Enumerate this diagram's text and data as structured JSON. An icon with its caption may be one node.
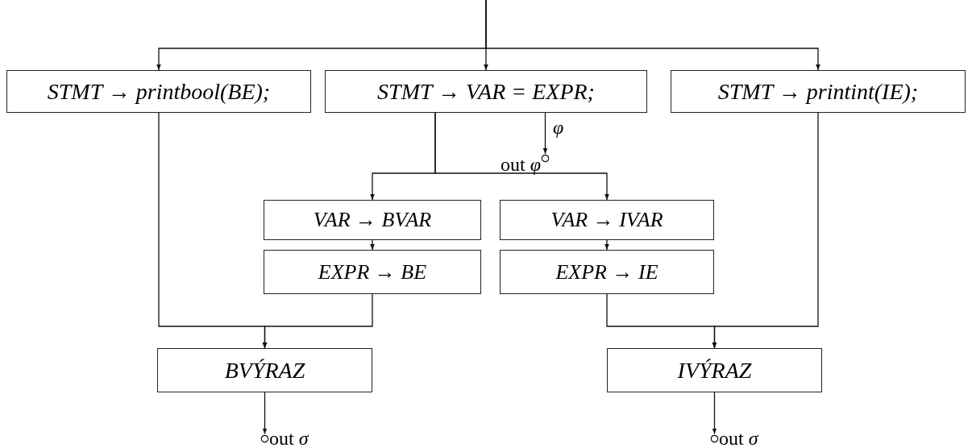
{
  "diagram": {
    "nodes": [
      {
        "text": [
          "STMT → printbool(BE);"
        ]
      },
      {
        "text": [
          "STMT → VAR = EXPR;"
        ]
      },
      {
        "text": [
          "STMT → printint(IE);"
        ]
      },
      {
        "text": [
          "VAR → BVAR"
        ]
      },
      {
        "text": [
          "EXPR → BE"
        ]
      },
      {
        "text": [
          "VAR → IVAR"
        ]
      },
      {
        "text": [
          "EXPR → IE"
        ]
      },
      {
        "text": [
          "BVÝRAZ"
        ]
      },
      {
        "text": [
          "IVÝRAZ"
        ]
      },
      {
        "text": [
          "out *φ*"
        ]
      },
      {
        "text": [
          "out *σ*"
        ]
      },
      {
        "text": [
          "out *σ*"
        ]
      }
    ],
    "edges": [
      {
        "from": null,
        "to": 0,
        "arrow": "to"
      },
      {
        "from": null,
        "to": 1,
        "arrow": "to"
      },
      {
        "from": null,
        "to": 2,
        "arrow": "to"
      },
      {
        "from": 1,
        "to": 3,
        "arrow": "to"
      },
      {
        "from": 1,
        "to": 5,
        "arrow": "to"
      },
      {
        "from": 1,
        "to": 9,
        "arrow": "to",
        "label": "φ"
      },
      {
        "from": 3,
        "to": 4,
        "arrow": "to"
      },
      {
        "from": 5,
        "to": 6,
        "arrow": "to"
      },
      {
        "from": 0,
        "to": 7,
        "arrow": "to"
      },
      {
        "from": 4,
        "to": 7,
        "arrow": "to"
      },
      {
        "from": 6,
        "to": 8,
        "arrow": "to"
      },
      {
        "from": 2,
        "to": 8,
        "arrow": "to"
      },
      {
        "from": 7,
        "to": 10,
        "arrow": "to"
      },
      {
        "from": 8,
        "to": 11,
        "arrow": "to"
      }
    ]
  }
}
